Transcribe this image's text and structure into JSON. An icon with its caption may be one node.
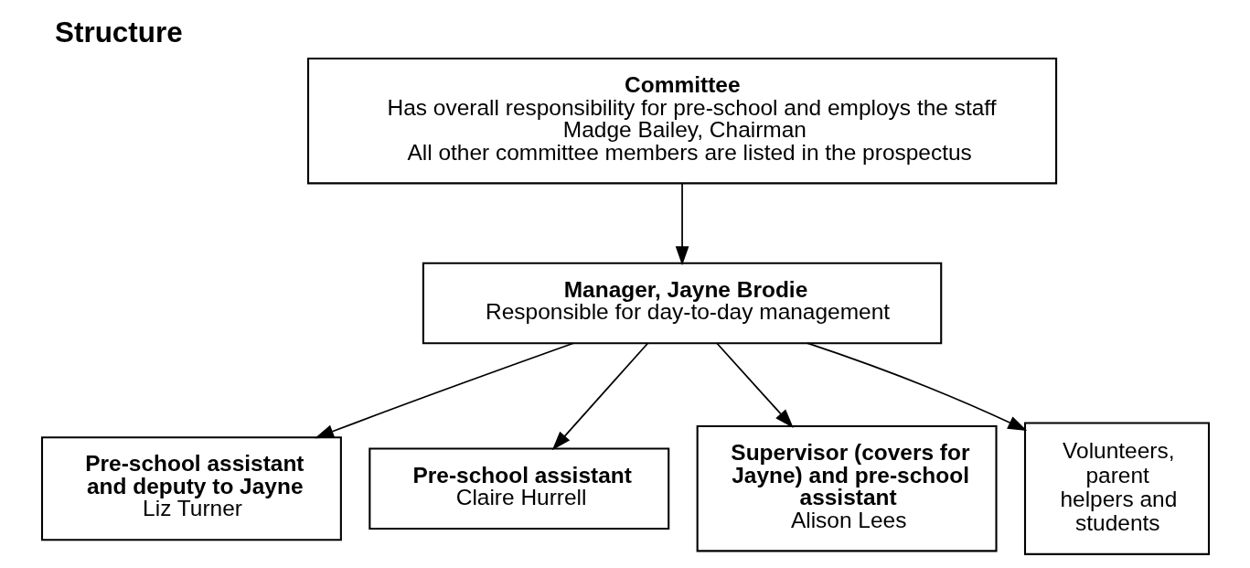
{
  "diagram": {
    "title": "Structure",
    "nodes": [
      {
        "text": [
          "Committee",
          "Has overall responsibility for pre-school and employs the staff",
          "Madge Bailey, Chairman",
          "All other committee members are listed in the prospectus"
        ]
      },
      {
        "text": [
          "Manager, Jayne Brodie",
          "Responsible for day-to-day management"
        ]
      },
      {
        "text": [
          "Pre-school assistant and deputy to Jayne",
          "Liz Turner"
        ]
      },
      {
        "text": [
          "Pre-school assistant",
          "Claire Hurrell"
        ]
      },
      {
        "text": [
          "Supervisor (covers for Jayne) and pre-school assistant",
          "Alison Lees"
        ]
      },
      {
        "text": [
          "Volunteers, parent helpers and students"
        ]
      }
    ],
    "edges": [
      {
        "from": 0,
        "to": 1,
        "arrow": "to"
      },
      {
        "from": 1,
        "to": 2,
        "arrow": "to"
      },
      {
        "from": 1,
        "to": 3,
        "arrow": "to"
      },
      {
        "from": 1,
        "to": 4,
        "arrow": "to"
      },
      {
        "from": 1,
        "to": 5,
        "arrow": "to"
      }
    ]
  }
}
